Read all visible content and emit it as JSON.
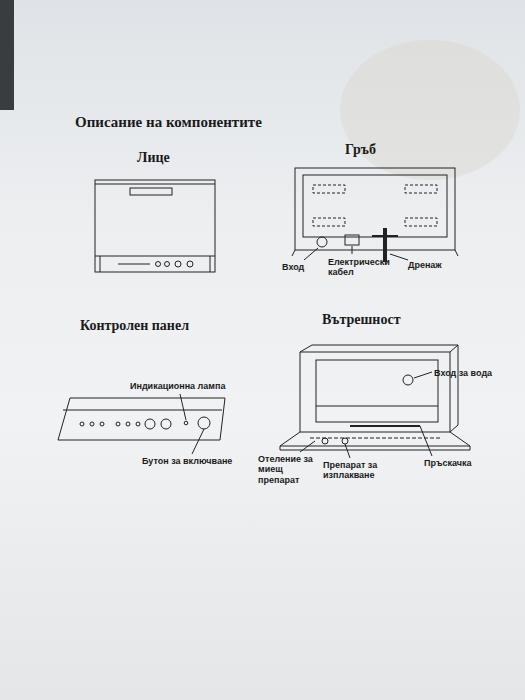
{
  "diagram": {
    "title": "Описание на компонентите",
    "labels": [
      "Лице",
      "Гръб",
      "Вход",
      "Електрически кабел",
      "Дренаж",
      "Контролен панел",
      "Вътрешност",
      "Вход за вода",
      "Индикационна лампа",
      "Отеление за миещ препарат",
      "Препарат за изплакване",
      "Пръскачка",
      "Бутон за включване"
    ]
  }
}
